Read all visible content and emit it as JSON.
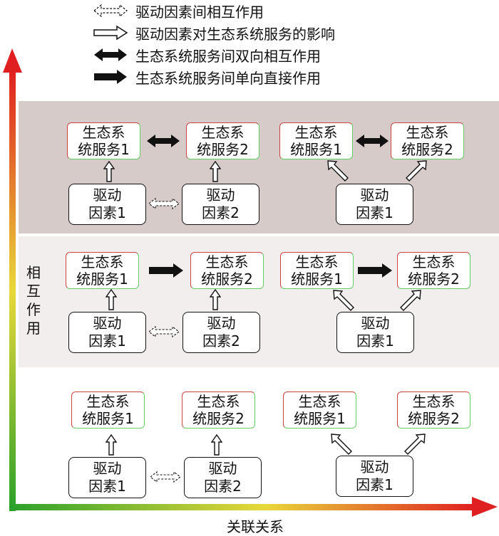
{
  "legend": [
    {
      "label": "驱动因素间相互作用",
      "arrow": "dashed-double-arrow-icon"
    },
    {
      "label": "驱动因素对生态系统服务的影响",
      "arrow": "hollow-arrow-icon"
    },
    {
      "label": "生态系统服务间双向相互作用",
      "arrow": "solid-double-arrow-icon"
    },
    {
      "label": "生态系统服务间单向直接作用",
      "arrow": "solid-arrow-icon"
    }
  ],
  "nodes": {
    "es1_l1": "生态系",
    "es1_l2": "统服务1",
    "es2_l1": "生态系",
    "es2_l2": "统服务2",
    "df1_l1": "驱动",
    "df1_l2": "因素1",
    "df2_l1": "驱动",
    "df2_l2": "因素2"
  },
  "axes": {
    "y_label": "相互作用",
    "x_label": "关联关系"
  },
  "colors": {
    "top_band": "#d6cbc8",
    "middle_band": "#f2eeed",
    "axis_start": "#2aa02a",
    "axis_mid": "#e8d83a",
    "axis_end": "#e02020"
  }
}
